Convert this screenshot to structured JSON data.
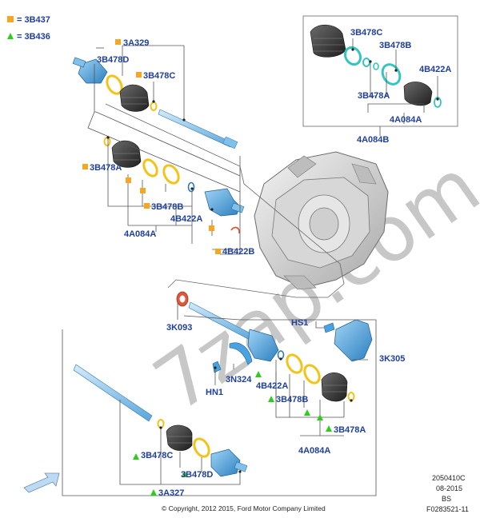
{
  "legend": [
    {
      "symbol": "square",
      "color": "#f5a623",
      "text": "= 3B437"
    },
    {
      "symbol": "triangle",
      "color": "#2ecc1f",
      "text": "= 3B436"
    }
  ],
  "labels": {
    "3A329": "3A329",
    "3B478D_top": "3B478D",
    "3B478C_top": "3B478C",
    "3B478A_left": "3B478A",
    "4B422A_left": "4B422A",
    "3B478B_left": "3B478B",
    "4A084A_left": "4A084A",
    "4B422B": "4B422B",
    "inset_3B478C": "3B478C",
    "inset_3B478B": "3B478B",
    "inset_4B422A": "4B422A",
    "inset_3B478A": "3B478A",
    "inset_4A084A": "4A084A",
    "inset_4A084B": "4A084B",
    "3K093": "3K093",
    "HS1": "HS1",
    "3K305": "3K305",
    "3N324": "3N324",
    "HN1": "HN1",
    "4B422A_right": "4B422A",
    "3B478B_right": "3B478B",
    "3B478A_right": "3B478A",
    "4A084A_right": "4A084A",
    "3B478C_bottom": "3B478C",
    "3B478D_bottom": "3B478D",
    "3A327": "3A327"
  },
  "watermark": "7zap.com",
  "meta": {
    "code": "2050410C",
    "date": "08-2015",
    "region": "BS",
    "figure": "F0283521-11"
  },
  "copyright": "© Copyright, 2012  2015, Ford Motor Company Limited",
  "colors": {
    "label": "#1f3f9a",
    "square_marker": "#f5a623",
    "triangle_marker": "#2ecc1f",
    "part_blue": "#4aa3e0",
    "ring_yellow": "#f2c318",
    "ring_teal": "#33c6c0",
    "seal_red": "#e0563a"
  },
  "icons": [
    "front-arrow-icon"
  ]
}
